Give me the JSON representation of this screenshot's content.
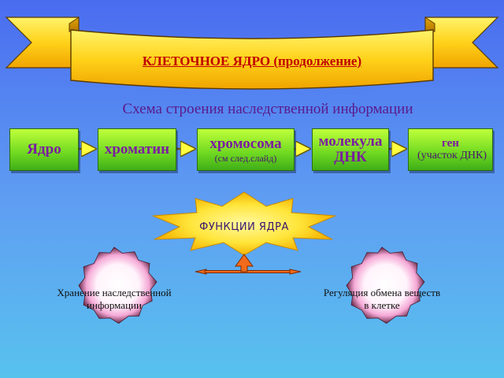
{
  "title": "КЛЕТОЧНОЕ ЯДРО (продолжение)",
  "subtitle": "Схема строения наследственной информации",
  "chain": [
    {
      "label": "Ядро",
      "sub": ""
    },
    {
      "label": "хроматин",
      "sub": ""
    },
    {
      "label": "хромосома",
      "sub": "(см след.слайд)"
    },
    {
      "label": "молекула ДНК",
      "sub": ""
    },
    {
      "label": "ген",
      "sub": "(участок ДНК)"
    }
  ],
  "functions_label": "ФУНКЦИИ ЯДРА",
  "functions": [
    "Хранение наследственной информации",
    "Регуляция обмена веществ в клетке"
  ],
  "colors": {
    "box_green": "#6dd820",
    "text_purple": "#7a1da0",
    "banner_yellow": "#ffe23a",
    "arrow_orange": "#f26a1b",
    "title_red": "#c00000"
  }
}
